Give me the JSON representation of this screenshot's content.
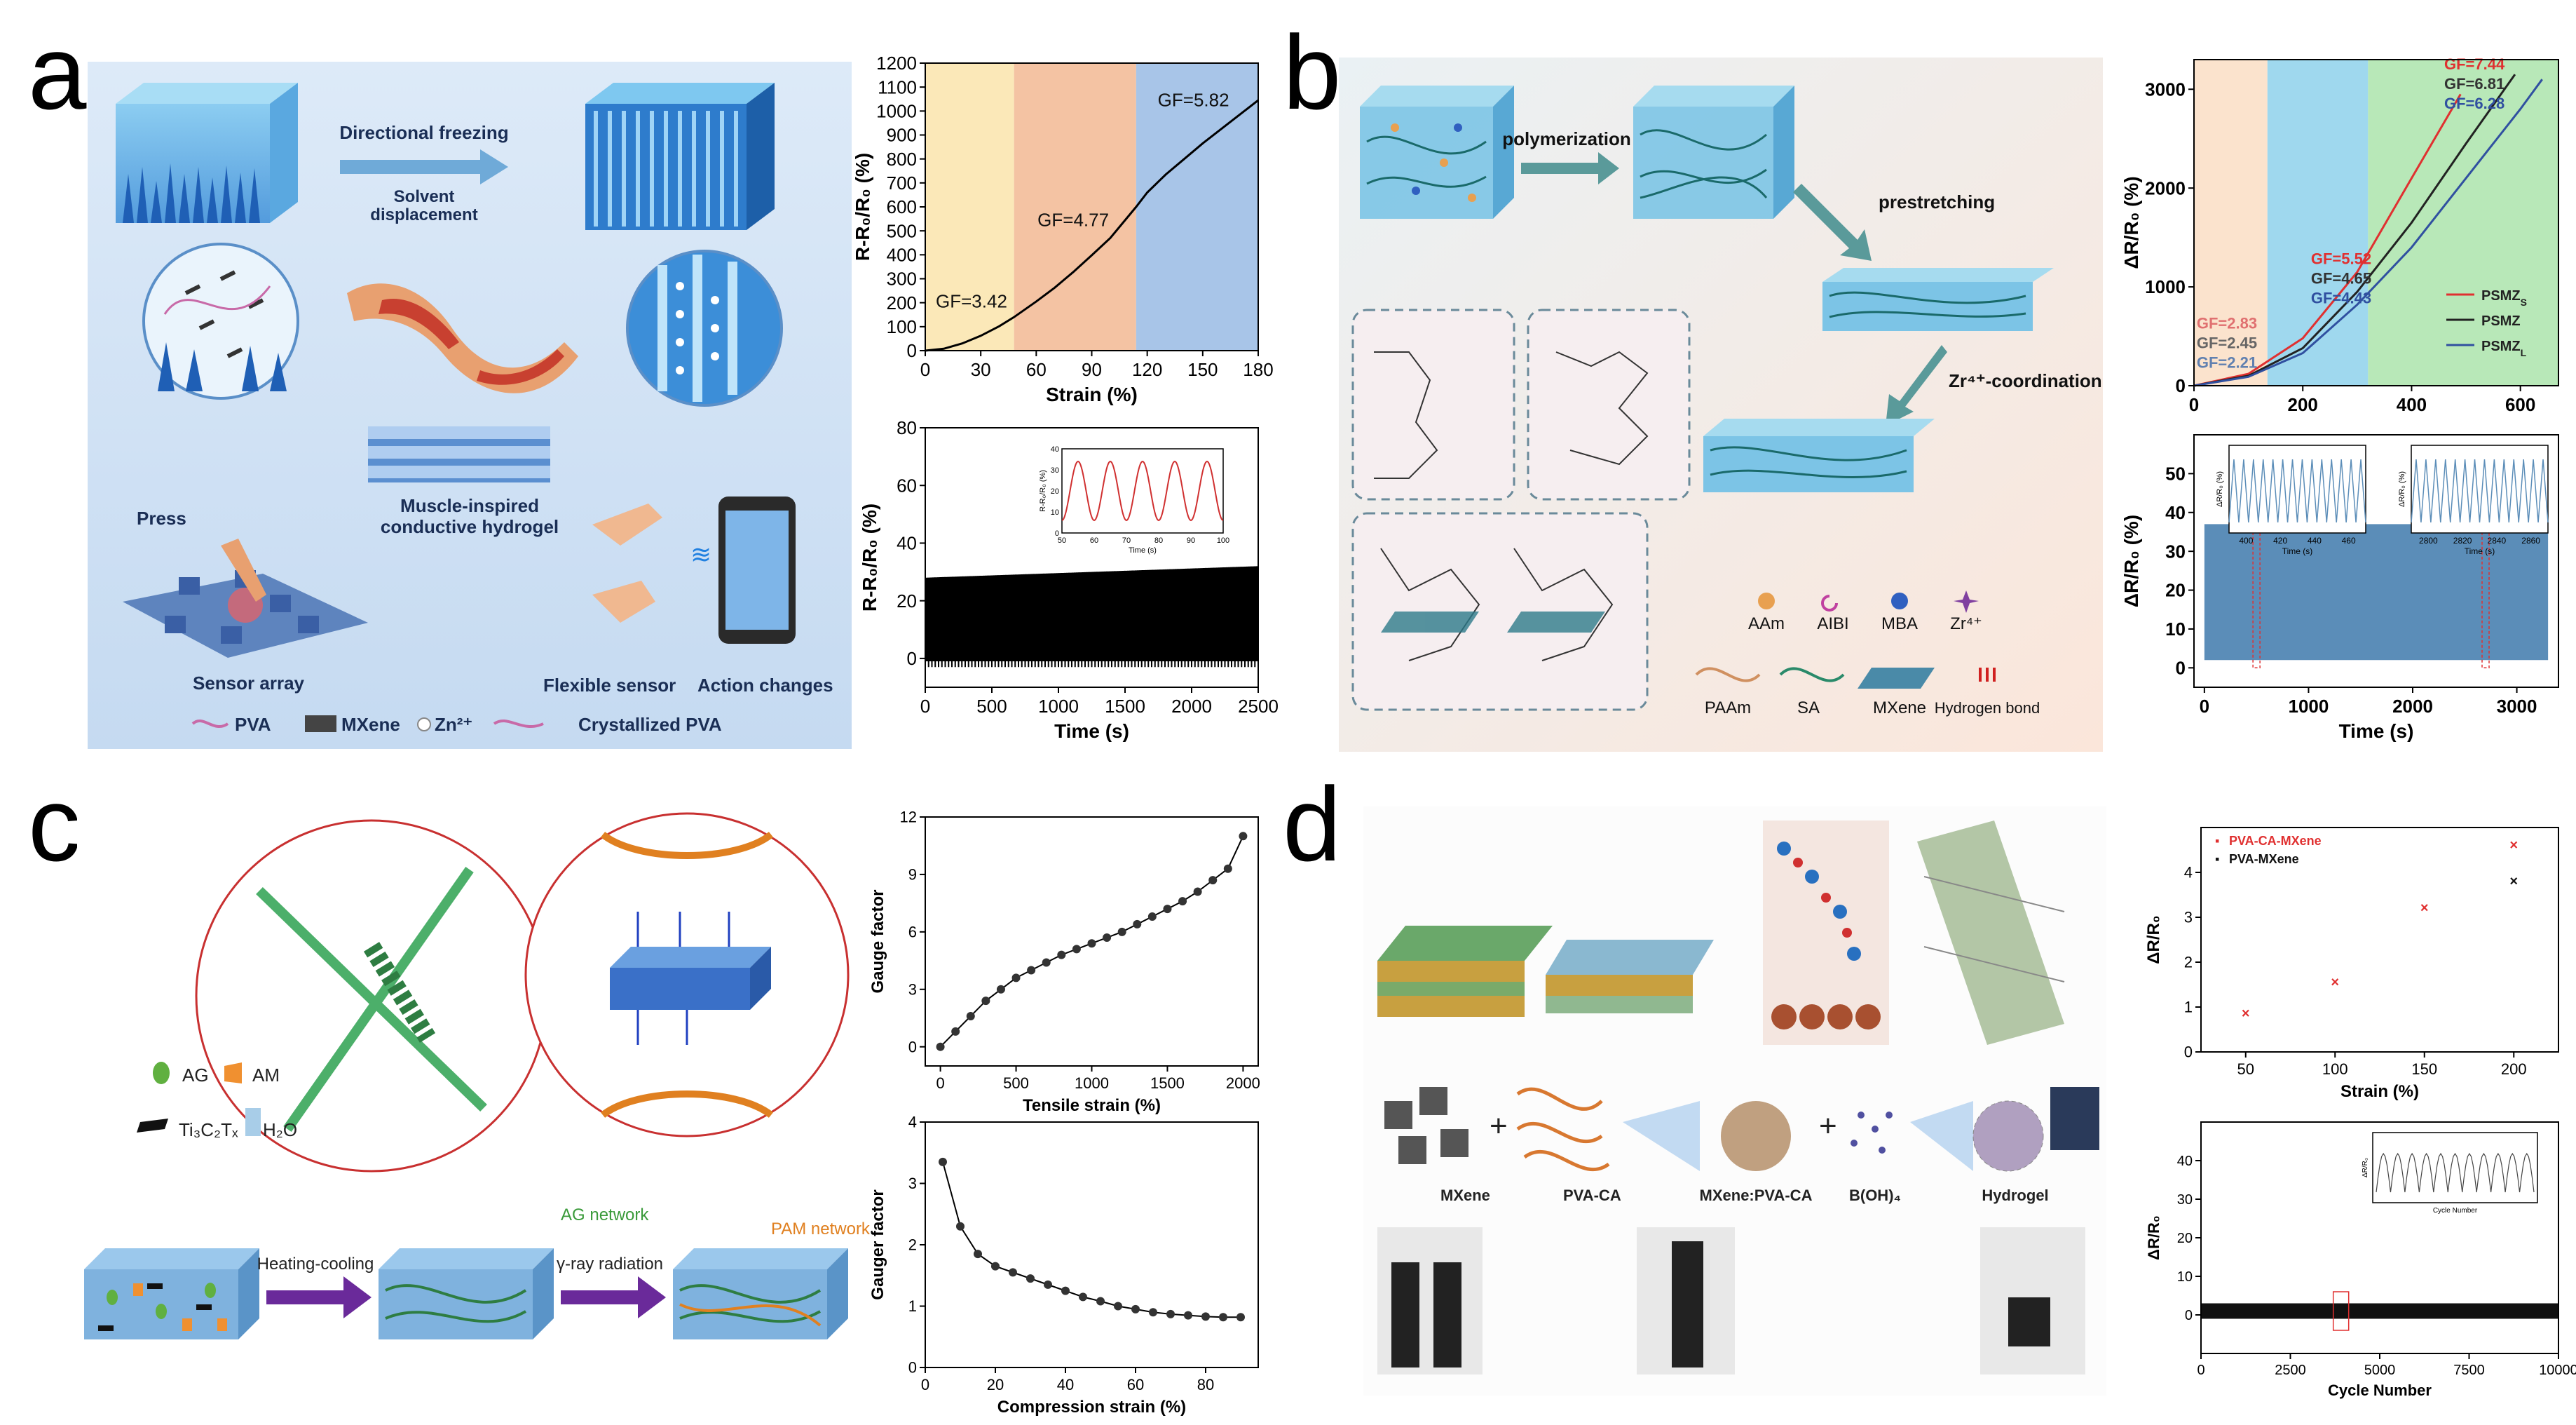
{
  "panels": {
    "a": {
      "label": "a",
      "scheme": {
        "directional_freezing": "Directional freezing",
        "solvent": "Solvent",
        "displacement": "displacement",
        "muscle_inspired_1": "Muscle-inspired",
        "muscle_inspired_2": "conductive hydrogel",
        "press": "Press",
        "sensor_array": "Sensor array",
        "flexible_sensor": "Flexible sensor",
        "action_changes": "Action changes",
        "legend_pva": "PVA",
        "legend_mxene": "MXene",
        "legend_zn": "Zn²⁺",
        "legend_crystallized": "Crystallized PVA"
      }
    },
    "b": {
      "label": "b",
      "scheme": {
        "polymerization": "polymerization",
        "prestretching": "prestretching",
        "zr_coordination": "Zr⁴⁺-coordination",
        "legend_aam": "AAm",
        "legend_aibi": "AIBI",
        "legend_mba": "MBA",
        "legend_zr": "Zr⁴⁺",
        "legend_paam": "PAAm",
        "legend_sa": "SA",
        "legend_mxene": "MXene",
        "legend_hbond": "Hydrogen bond"
      }
    },
    "c": {
      "label": "c",
      "scheme": {
        "legend_ag": "AG",
        "legend_am": "AM",
        "legend_ti": "Ti₃C₂Tₓ",
        "legend_h2o": "H₂O",
        "heating_cooling": "Heating-cooling",
        "gamma_ray": "γ-ray radiation",
        "ag_network": "AG network",
        "pam_network": "PAM network"
      }
    },
    "d": {
      "label": "d",
      "scheme": {
        "mxene": "MXene",
        "pva_ca": "PVA-CA",
        "mxene_pva_ca": "MXene:PVA-CA",
        "boh4": "B(OH)₄",
        "hydrogel": "Hydrogel",
        "plus1": "+",
        "plus2": "+"
      }
    }
  },
  "chart_data": [
    {
      "id": "a_top",
      "type": "line",
      "xlabel": "Strain (%)",
      "ylabel": "R-R₀/R₀ (%)",
      "xlim": [
        0,
        180
      ],
      "ylim": [
        0,
        1200
      ],
      "xticks": [
        0,
        30,
        60,
        90,
        120,
        150,
        180
      ],
      "yticks": [
        0,
        100,
        200,
        300,
        400,
        500,
        600,
        700,
        800,
        900,
        1000,
        1100,
        1200
      ],
      "regions": [
        {
          "x0": 0,
          "x1": 48,
          "color": "#FBE8B8",
          "label": "GF=3.42"
        },
        {
          "x0": 48,
          "x1": 114,
          "color": "#F4C3A3",
          "label": "GF=4.77"
        },
        {
          "x0": 114,
          "x1": 180,
          "color": "#A8C5E8",
          "label": "GF=5.82"
        }
      ],
      "series": [
        {
          "x": [
            0,
            10,
            20,
            30,
            40,
            48,
            60,
            70,
            80,
            90,
            100,
            114,
            120,
            130,
            140,
            150,
            160,
            170,
            180
          ],
          "y": [
            0,
            8,
            30,
            62,
            102,
            140,
            205,
            263,
            328,
            398,
            470,
            600,
            660,
            735,
            800,
            865,
            925,
            985,
            1045
          ]
        }
      ]
    },
    {
      "id": "a_bottom",
      "type": "line",
      "xlabel": "Time (s)",
      "ylabel": "R-R₀/R₀ (%)",
      "xlim": [
        0,
        2500
      ],
      "ylim": [
        -10,
        80
      ],
      "xticks": [
        0,
        500,
        1000,
        1500,
        2000,
        2500
      ],
      "yticks": [
        0,
        20,
        40,
        60,
        80
      ],
      "band": {
        "low": [
          -2,
          0
        ],
        "high": [
          26,
          30
        ]
      },
      "inset": {
        "xlabel": "Time (s)",
        "ylabel": "R-R₀/R₀ (%)",
        "xlim": [
          50,
          100
        ],
        "ylim": [
          0,
          40
        ],
        "xticks": [
          50,
          60,
          70,
          80,
          90,
          100
        ],
        "yticks": [
          0,
          10,
          20,
          30,
          40
        ],
        "peaks": 5
      }
    },
    {
      "id": "b_top",
      "type": "line",
      "xlabel": "",
      "ylabel": "ΔR/R₀ (%)",
      "xlim": [
        0,
        670
      ],
      "ylim": [
        0,
        3300
      ],
      "xticks": [
        0,
        200,
        400,
        600
      ],
      "yticks": [
        0,
        1000,
        2000,
        3000
      ],
      "regions": [
        {
          "x0": 0,
          "x1": 135,
          "color": "#FBE3CD"
        },
        {
          "x0": 135,
          "x1": 320,
          "color": "#9FD8EE"
        },
        {
          "x0": 320,
          "x1": 670,
          "color": "#B8E8B8"
        }
      ],
      "gf_labels": [
        {
          "text": "GF=7.44",
          "color": "#E03030",
          "group": "high"
        },
        {
          "text": "GF=6.81",
          "color": "#333333",
          "group": "high"
        },
        {
          "text": "GF=6.28",
          "color": "#3050A0",
          "group": "high"
        },
        {
          "text": "GF=5.52",
          "color": "#E03030",
          "group": "mid"
        },
        {
          "text": "GF=4.65",
          "color": "#333333",
          "group": "mid"
        },
        {
          "text": "GF=4.43",
          "color": "#3050A0",
          "group": "mid"
        },
        {
          "text": "GF=2.83",
          "color": "#E07070",
          "group": "low"
        },
        {
          "text": "GF=2.45",
          "color": "#666666",
          "group": "low"
        },
        {
          "text": "GF=2.21",
          "color": "#6080B0",
          "group": "low"
        }
      ],
      "series": [
        {
          "name": "PSMZ",
          "name_sub": "S",
          "color": "#E03030",
          "x": [
            0,
            100,
            200,
            300,
            400,
            490
          ],
          "y": [
            0,
            120,
            480,
            1150,
            2100,
            2950
          ]
        },
        {
          "name": "PSMZ",
          "name_sub": "",
          "color": "#222222",
          "x": [
            0,
            100,
            200,
            300,
            400,
            500,
            590
          ],
          "y": [
            0,
            100,
            380,
            950,
            1650,
            2450,
            3150
          ]
        },
        {
          "name": "PSMZ",
          "name_sub": "L",
          "color": "#3050A0",
          "x": [
            0,
            100,
            200,
            300,
            400,
            500,
            600,
            640
          ],
          "y": [
            0,
            90,
            330,
            820,
            1400,
            2100,
            2800,
            3100
          ]
        }
      ]
    },
    {
      "id": "b_bottom",
      "type": "area",
      "xlabel": "Time (s)",
      "ylabel": "ΔR/R₀ (%)",
      "xlim": [
        -100,
        3400
      ],
      "ylim": [
        -5,
        60
      ],
      "xticks": [
        0,
        1000,
        2000,
        3000
      ],
      "yticks": [
        0,
        10,
        20,
        30,
        40,
        50
      ],
      "band": {
        "low": 2,
        "high": 37,
        "x0": 0,
        "x1": 3300,
        "color": "#5B8DB8"
      },
      "insets": [
        {
          "xlabel": "Time (s)",
          "ylabel": "ΔR/R₀ (%)",
          "xticks": [
            400,
            420,
            440,
            460
          ],
          "xlim": [
            390,
            470
          ],
          "ylim": [
            0,
            50
          ],
          "peaks": 14
        },
        {
          "xlabel": "Time (s)",
          "ylabel": "ΔR/R₀ (%)",
          "xticks": [
            2800,
            2820,
            2840,
            2860
          ],
          "xlim": [
            2790,
            2870
          ],
          "ylim": [
            0,
            50
          ],
          "peaks": 14
        }
      ]
    },
    {
      "id": "c_top",
      "type": "line",
      "xlabel": "Tensile strain (%)",
      "ylabel": "Gauge factor",
      "xlim": [
        -100,
        2100
      ],
      "ylim": [
        -1,
        12
      ],
      "xticks": [
        0,
        500,
        1000,
        1500,
        2000
      ],
      "yticks": [
        0,
        3,
        6,
        9,
        12
      ],
      "series": [
        {
          "x": [
            0,
            100,
            200,
            300,
            400,
            500,
            600,
            700,
            800,
            900,
            1000,
            1100,
            1200,
            1300,
            1400,
            1500,
            1600,
            1700,
            1800,
            1900,
            2000
          ],
          "y": [
            0,
            0.8,
            1.6,
            2.4,
            3.0,
            3.6,
            4.0,
            4.4,
            4.8,
            5.1,
            5.4,
            5.7,
            6.0,
            6.4,
            6.8,
            7.2,
            7.6,
            8.1,
            8.7,
            9.3,
            11.0
          ]
        }
      ]
    },
    {
      "id": "c_bottom",
      "type": "line",
      "xlabel": "Compression strain (%)",
      "ylabel": "Gauger factor",
      "xlim": [
        0,
        95
      ],
      "ylim": [
        0,
        4
      ],
      "xticks": [
        0,
        20,
        40,
        60,
        80
      ],
      "yticks": [
        0,
        1,
        2,
        3,
        4
      ],
      "series": [
        {
          "x": [
            5,
            10,
            15,
            20,
            25,
            30,
            35,
            40,
            45,
            50,
            55,
            60,
            65,
            70,
            75,
            80,
            85,
            90
          ],
          "y": [
            3.35,
            2.3,
            1.85,
            1.65,
            1.55,
            1.45,
            1.35,
            1.25,
            1.15,
            1.08,
            1.0,
            0.95,
            0.9,
            0.87,
            0.85,
            0.83,
            0.82,
            0.82
          ]
        }
      ]
    },
    {
      "id": "d_top",
      "type": "scatter",
      "xlabel": "Strain (%)",
      "ylabel": "ΔR/R₀",
      "xlim": [
        25,
        225
      ],
      "ylim": [
        0,
        5
      ],
      "xticks": [
        50,
        100,
        150,
        200
      ],
      "yticks": [
        0,
        1,
        2,
        3,
        4
      ],
      "series": [
        {
          "name": "PVA-CA-MXene",
          "color": "#E03030",
          "x": [
            50,
            100,
            150,
            200
          ],
          "y": [
            0.85,
            1.55,
            3.2,
            4.6
          ]
        },
        {
          "name": "PVA-MXene",
          "color": "#111111",
          "x": [
            200
          ],
          "y": [
            3.8
          ]
        }
      ]
    },
    {
      "id": "d_bottom",
      "type": "area",
      "xlabel": "Cycle Number",
      "ylabel": "ΔR/R₀",
      "xlim": [
        0,
        10000
      ],
      "ylim": [
        -10,
        50
      ],
      "xticks": [
        0,
        2500,
        5000,
        7500,
        10000
      ],
      "yticks": [
        0,
        10,
        20,
        30,
        40
      ],
      "band": {
        "low": -1,
        "high": 3
      },
      "inset": {
        "xlabel": "Cycle Number",
        "ylabel": "ΔR/R₀",
        "peaks": 11
      }
    }
  ]
}
